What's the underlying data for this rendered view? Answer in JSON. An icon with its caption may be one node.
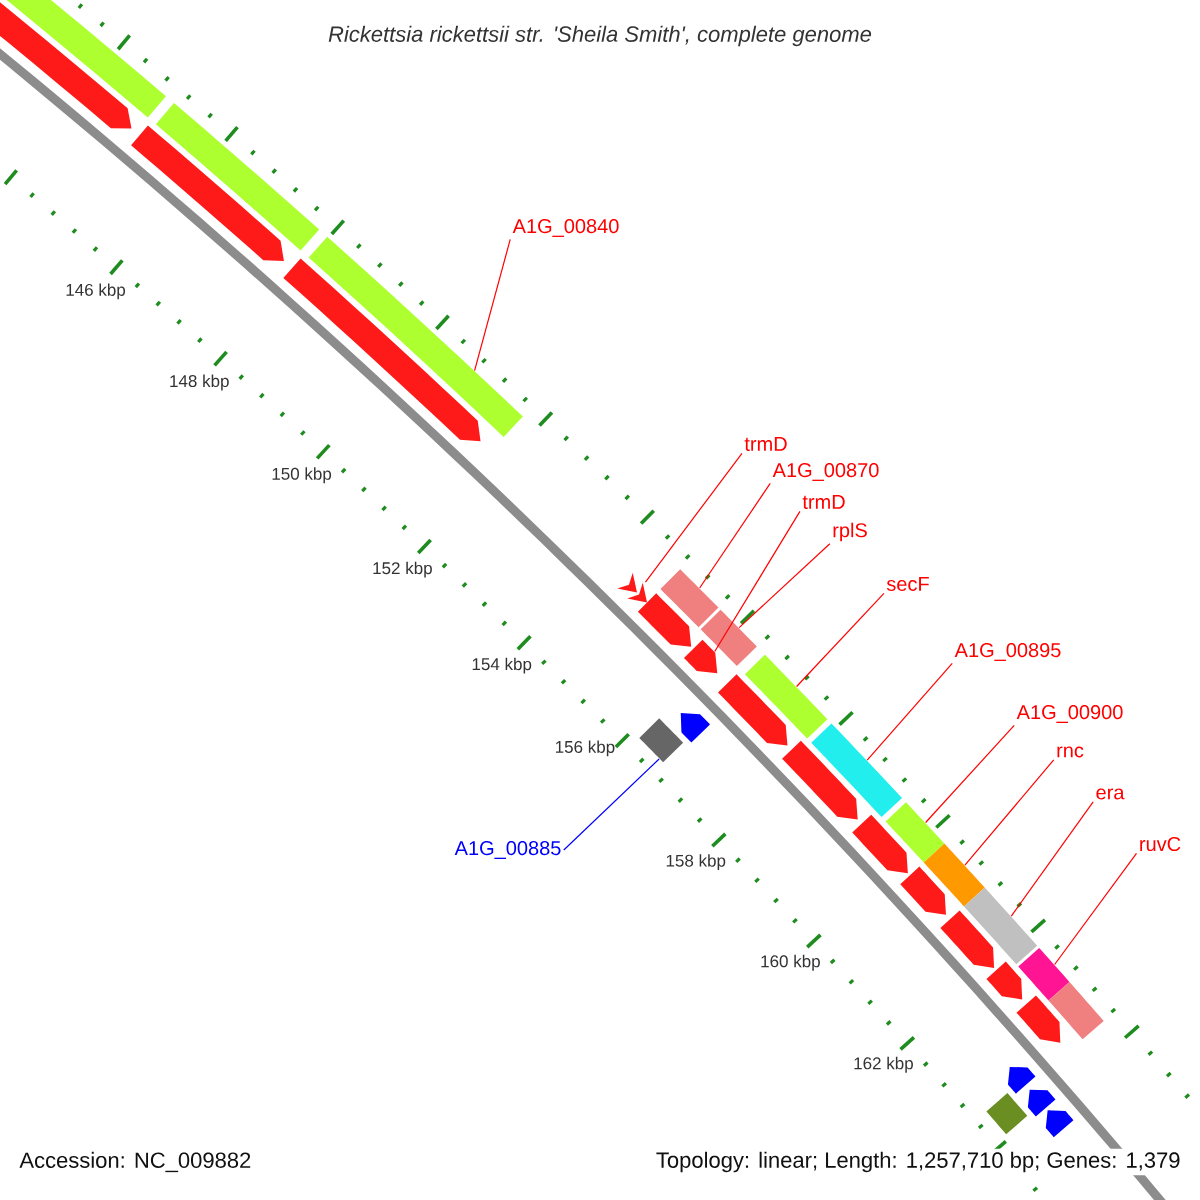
{
  "diagram": {
    "title": "Rickettsia rickettsii str. 'Sheila Smith', complete genome",
    "nodes": [
      {
        "text": [
          "A1G_00840"
        ]
      },
      {
        "text": [
          "trmD"
        ]
      },
      {
        "text": [
          "A1G_00870"
        ]
      },
      {
        "text": [
          "trmD"
        ]
      },
      {
        "text": [
          "rplS"
        ]
      },
      {
        "text": [
          "secF"
        ]
      },
      {
        "text": [
          "A1G_00895"
        ]
      },
      {
        "text": [
          "A1G_00900"
        ]
      },
      {
        "text": [
          "rnc"
        ]
      },
      {
        "text": [
          "era"
        ]
      },
      {
        "text": [
          "ruvC"
        ]
      },
      {
        "text": [
          "A1G_00885"
        ]
      },
      {
        "text": [],
        "shape": "bar"
      },
      {
        "text": [],
        "shape": "pentagon"
      },
      {
        "text": [],
        "shape": "pentagon"
      },
      {
        "text": [],
        "shape": "bar"
      },
      {
        "text": [],
        "shape": "pentagon"
      },
      {
        "text": [],
        "shape": "bar"
      },
      {
        "text": [],
        "shape": "pentagon"
      },
      {
        "text": [],
        "shape": "bar"
      },
      {
        "text": [],
        "shape": "pentagon"
      },
      {
        "text": [],
        "shape": "bar"
      },
      {
        "text": [],
        "shape": "pentagon"
      },
      {
        "text": [],
        "shape": "bar"
      },
      {
        "text": [],
        "shape": "pentagon"
      },
      {
        "text": [],
        "shape": "pentagon"
      },
      {
        "text": [],
        "shape": "bar"
      },
      {
        "text": [],
        "shape": "pentagon"
      },
      {
        "text": [],
        "shape": "bar"
      },
      {
        "text": [],
        "shape": "pentagon"
      },
      {
        "text": [],
        "shape": "bar"
      },
      {
        "text": [],
        "shape": "pentagon"
      },
      {
        "text": [],
        "shape": "bar"
      },
      {
        "text": [],
        "shape": "pentagon"
      },
      {
        "text": [],
        "shape": "bar"
      },
      {
        "text": [],
        "shape": "pentagon"
      },
      {
        "text": [],
        "shape": "bar"
      },
      {
        "text": [],
        "shape": "pentagon"
      },
      {
        "text": [],
        "shape": "bar"
      },
      {
        "text": [],
        "shape": "pentagon"
      },
      {
        "text": [],
        "shape": "bar"
      },
      {
        "text": [],
        "shape": "pentagon"
      },
      {
        "text": [],
        "shape": "pentagon"
      }
    ],
    "edges": [
      {
        "from": 0,
        "to": 17,
        "arrow": "none"
      },
      {
        "from": 1,
        "to": 18,
        "arrow": "none"
      },
      {
        "from": 2,
        "to": 19,
        "arrow": "none"
      },
      {
        "from": 3,
        "to": 22,
        "arrow": "none"
      },
      {
        "from": 4,
        "to": 21,
        "arrow": "none"
      },
      {
        "from": 5,
        "to": 26,
        "arrow": "none"
      },
      {
        "from": 6,
        "to": 28,
        "arrow": "none"
      },
      {
        "from": 7,
        "to": 30,
        "arrow": "none"
      },
      {
        "from": 8,
        "to": 32,
        "arrow": "none"
      },
      {
        "from": 9,
        "to": 34,
        "arrow": "none"
      },
      {
        "from": 10,
        "to": 36,
        "arrow": "none"
      },
      {
        "from": 11,
        "to": 23,
        "arrow": "none",
        "color": "#0000ff"
      }
    ],
    "labels": [
      "146 kbp",
      "148 kbp",
      "150 kbp",
      "152 kbp",
      "154 kbp",
      "156 kbp",
      "158 kbp",
      "160 kbp",
      "162 kbp",
      "Accession: NC_009882",
      "Topology: linear; Length: 1,257,710 bp; Genes: 1,379"
    ]
  }
}
